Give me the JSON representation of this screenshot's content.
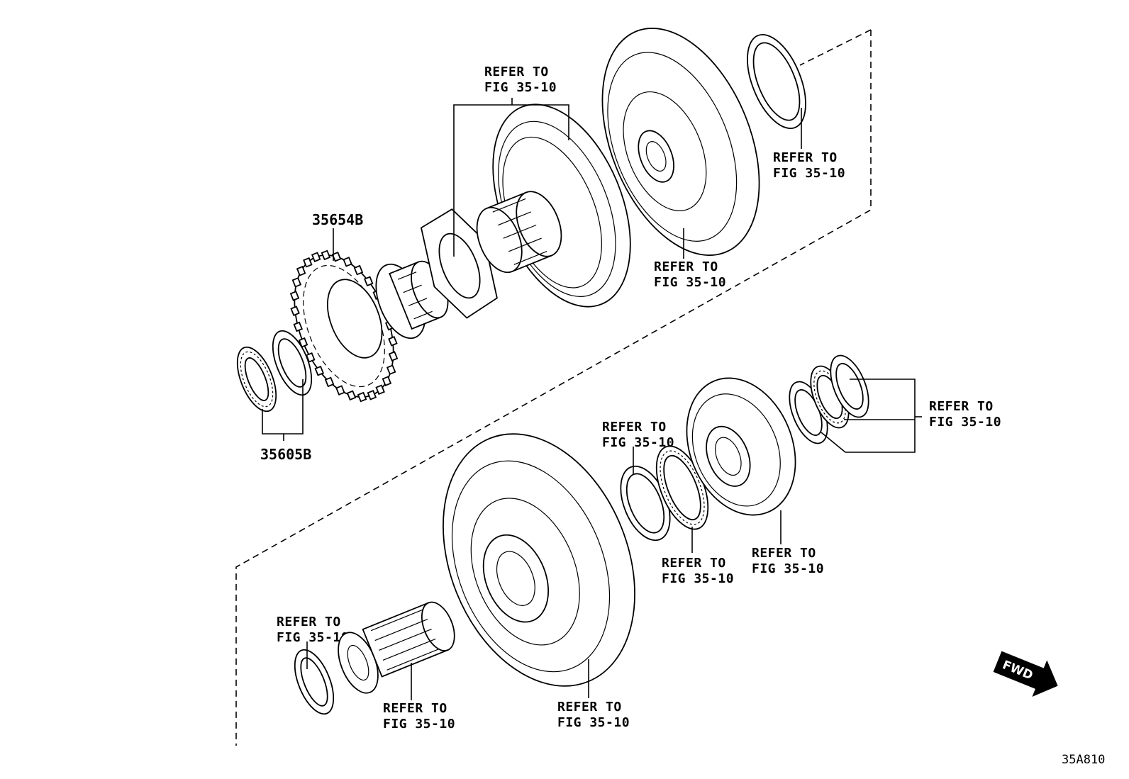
{
  "diagram_code": "35A810",
  "fwd_label": "FWD",
  "part_numbers": {
    "gear_assembly": "35654B",
    "bearing_washer_set": "35605B"
  },
  "refer_line1": "REFER TO",
  "refer_line2": "FIG 35-10"
}
